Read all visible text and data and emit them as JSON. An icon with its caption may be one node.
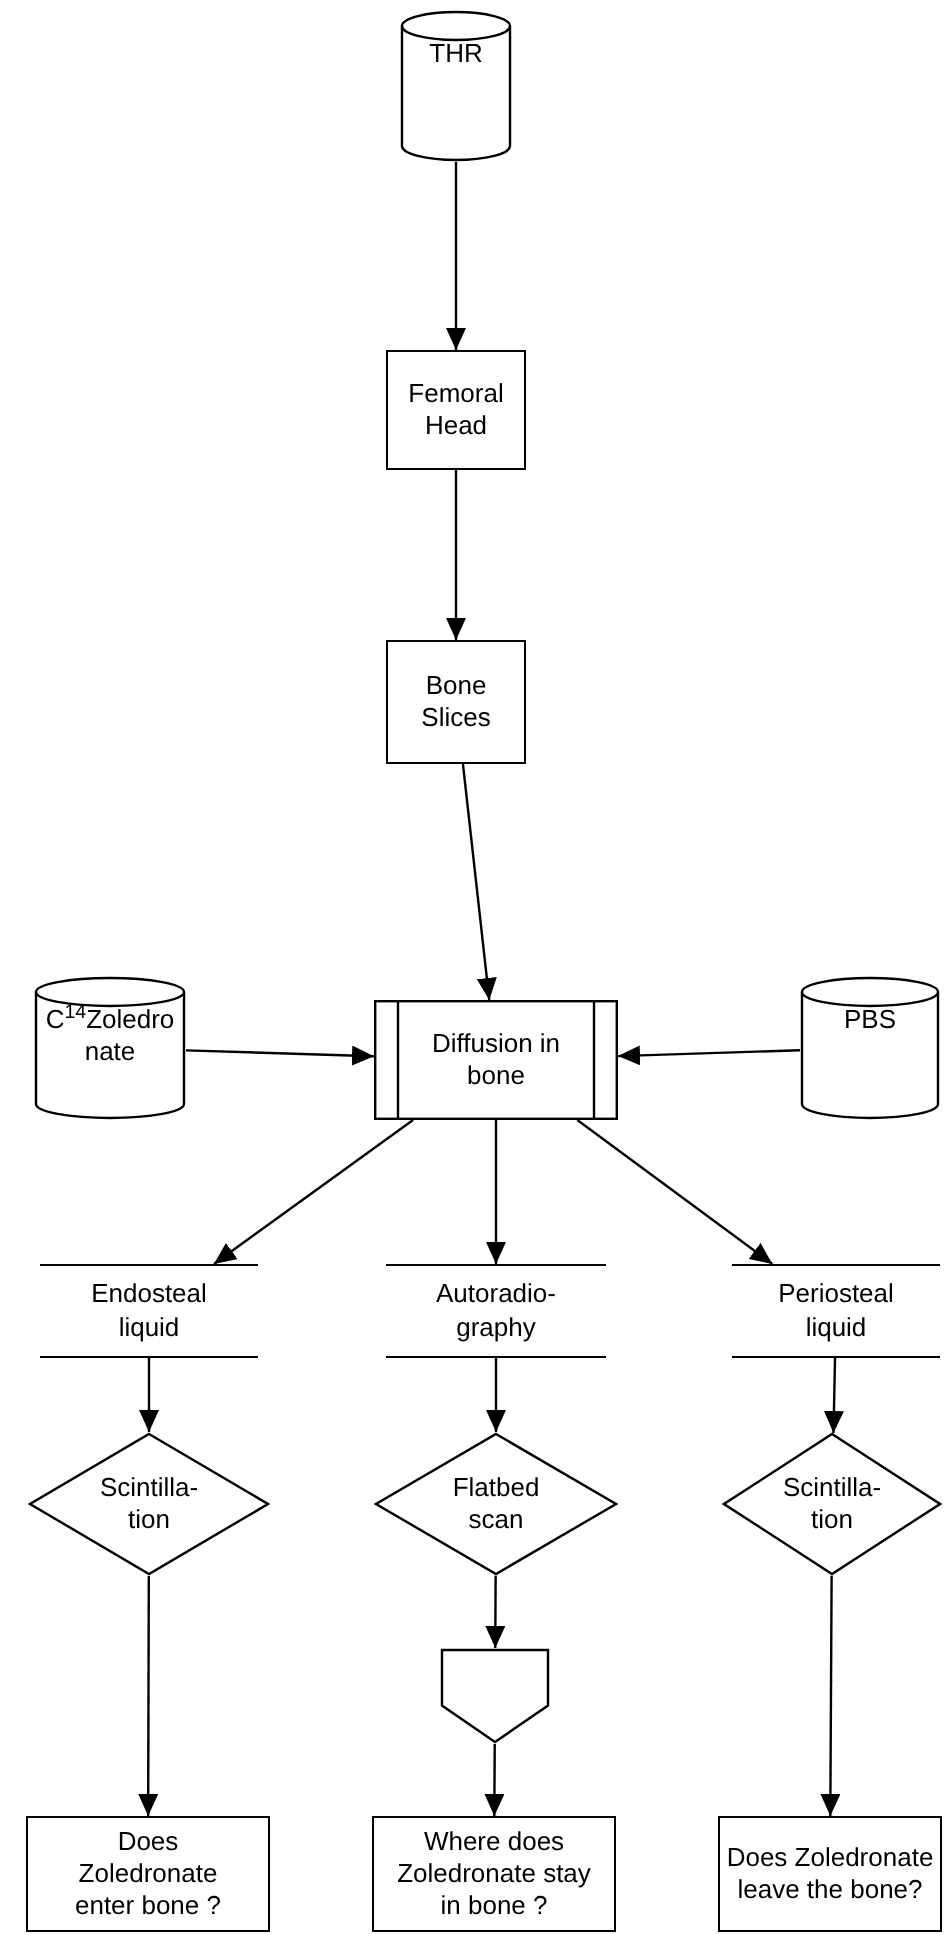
{
  "diagram": {
    "nodes": [
      {
        "text": [
          "THR"
        ]
      },
      {
        "text": [
          "Femoral Head"
        ]
      },
      {
        "text": [
          "Bone Slices"
        ]
      },
      {
        "text": [
          "C$^{14}$Zoledro nate"
        ]
      },
      {
        "text": [
          "Diffusion in bone"
        ]
      },
      {
        "text": [
          "PBS"
        ]
      },
      {
        "text": [
          "Endosteal liquid"
        ]
      },
      {
        "text": [
          "Autoradio- graphy"
        ]
      },
      {
        "text": [
          "Periosteal liquid"
        ]
      },
      {
        "text": [
          "Scintilla- tion"
        ]
      },
      {
        "text": [
          "Flatbed scan"
        ]
      },
      {
        "text": [],
        "shape": "pentagon"
      },
      {
        "text": [
          "Scintilla- tion"
        ]
      },
      {
        "text": [
          "Does Zoledronate enter bone ?"
        ]
      },
      {
        "text": [
          "Where does Zoledronate stay in bone ?"
        ]
      },
      {
        "text": [
          "Does Zoledronate leave the bone?"
        ]
      }
    ],
    "edges": [
      {
        "from": 0,
        "to": 1,
        "arrow": "to"
      },
      {
        "from": 1,
        "to": 2,
        "arrow": "to"
      },
      {
        "from": 2,
        "to": 4,
        "arrow": "to"
      },
      {
        "from": 3,
        "to": 4,
        "arrow": "to"
      },
      {
        "from": 5,
        "to": 4,
        "arrow": "to"
      },
      {
        "from": 4,
        "to": 6,
        "arrow": "to"
      },
      {
        "from": 4,
        "to": 7,
        "arrow": "to"
      },
      {
        "from": 4,
        "to": 8,
        "arrow": "to"
      },
      {
        "from": 6,
        "to": 9,
        "arrow": "to"
      },
      {
        "from": 7,
        "to": 10,
        "arrow": "to"
      },
      {
        "from": 8,
        "to": 12,
        "arrow": "to"
      },
      {
        "from": 9,
        "to": 13,
        "arrow": "to"
      },
      {
        "from": 10,
        "to": 11,
        "arrow": "to"
      },
      {
        "from": 11,
        "to": 14,
        "arrow": "to"
      },
      {
        "from": 12,
        "to": 15,
        "arrow": "to"
      }
    ]
  }
}
